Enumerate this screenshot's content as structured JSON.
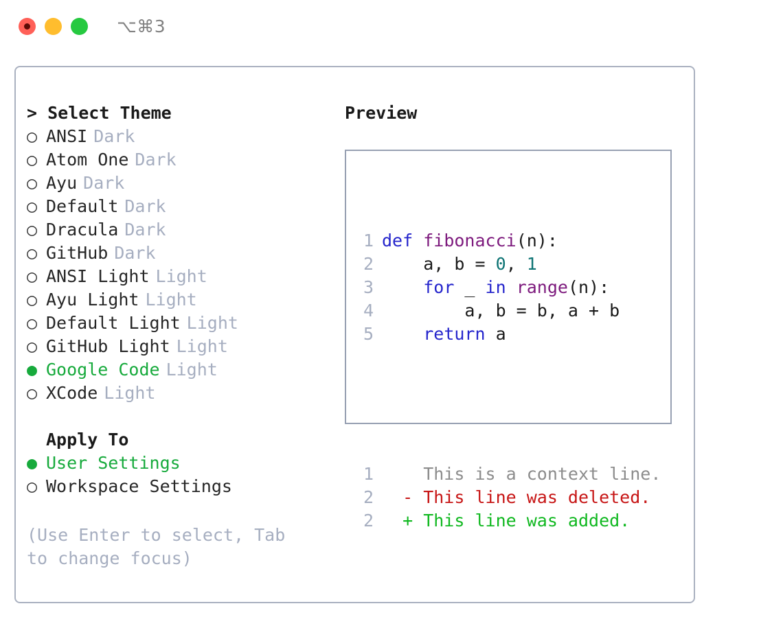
{
  "window": {
    "title": "⌥⌘3",
    "controls": [
      {
        "name": "close-button",
        "color": "#ff6058"
      },
      {
        "name": "minimize-button",
        "color": "#ffbd2e"
      },
      {
        "name": "maximize-button",
        "color": "#26c940"
      }
    ]
  },
  "theme_panel": {
    "header": "> Select Theme",
    "items": [
      {
        "bullet": "○",
        "label": "ANSI",
        "tag": "Dark",
        "selected": false
      },
      {
        "bullet": "○",
        "label": "Atom One",
        "tag": "Dark",
        "selected": false
      },
      {
        "bullet": "○",
        "label": "Ayu",
        "tag": "Dark",
        "selected": false
      },
      {
        "bullet": "○",
        "label": "Default",
        "tag": "Dark",
        "selected": false
      },
      {
        "bullet": "○",
        "label": "Dracula",
        "tag": "Dark",
        "selected": false
      },
      {
        "bullet": "○",
        "label": "GitHub",
        "tag": "Dark",
        "selected": false
      },
      {
        "bullet": "○",
        "label": "ANSI Light",
        "tag": "Light",
        "selected": false
      },
      {
        "bullet": "○",
        "label": "Ayu Light",
        "tag": "Light",
        "selected": false
      },
      {
        "bullet": "○",
        "label": "Default Light",
        "tag": "Light",
        "selected": false
      },
      {
        "bullet": "○",
        "label": "GitHub Light",
        "tag": "Light",
        "selected": false
      },
      {
        "bullet": "●",
        "label": "Google Code",
        "tag": "Light",
        "selected": true
      },
      {
        "bullet": "○",
        "label": "XCode",
        "tag": "Light",
        "selected": false
      }
    ]
  },
  "apply_to": {
    "header": "Apply To",
    "items": [
      {
        "bullet": "●",
        "label": "User Settings",
        "tag": "",
        "selected": true
      },
      {
        "bullet": "○",
        "label": "Workspace Settings",
        "tag": "",
        "selected": false
      }
    ]
  },
  "hint": "(Use Enter to select, Tab to change focus)",
  "preview": {
    "header": "Preview",
    "code_lines": [
      {
        "no": "1",
        "segments": [
          {
            "t": "def ",
            "c": "kw"
          },
          {
            "t": "fibonacci",
            "c": "fn"
          },
          {
            "t": "(n):",
            "c": "pl"
          }
        ]
      },
      {
        "no": "2",
        "segments": [
          {
            "t": "    a, b = ",
            "c": "pl"
          },
          {
            "t": "0",
            "c": "num"
          },
          {
            "t": ", ",
            "c": "pl"
          },
          {
            "t": "1",
            "c": "num"
          }
        ]
      },
      {
        "no": "3",
        "segments": [
          {
            "t": "    ",
            "c": "pl"
          },
          {
            "t": "for",
            "c": "kw"
          },
          {
            "t": " _ ",
            "c": "pl"
          },
          {
            "t": "in",
            "c": "kw"
          },
          {
            "t": " ",
            "c": "pl"
          },
          {
            "t": "range",
            "c": "fn"
          },
          {
            "t": "(n):",
            "c": "pl"
          }
        ]
      },
      {
        "no": "4",
        "segments": [
          {
            "t": "        a, b = b, a + b",
            "c": "pl"
          }
        ]
      },
      {
        "no": "5",
        "segments": [
          {
            "t": "    ",
            "c": "pl"
          },
          {
            "t": "return",
            "c": "kw"
          },
          {
            "t": " a",
            "c": "pl"
          }
        ]
      }
    ],
    "diff_lines": [
      {
        "no": "1",
        "marker": "  ",
        "text": "This is a context line.",
        "kind": "ctx"
      },
      {
        "no": "2",
        "marker": "- ",
        "text": "This line was deleted.",
        "kind": "del"
      },
      {
        "no": "2",
        "marker": "+ ",
        "text": "This line was added.",
        "kind": "add"
      }
    ]
  },
  "colors": {
    "accent_green": "#17aa3c",
    "muted": "#a6aec0",
    "keyword": "#2626cc",
    "function": "#7d1a7d",
    "number": "#0d7373",
    "deleted": "#c71515",
    "added": "#10b820",
    "border": "#aab1c0"
  }
}
